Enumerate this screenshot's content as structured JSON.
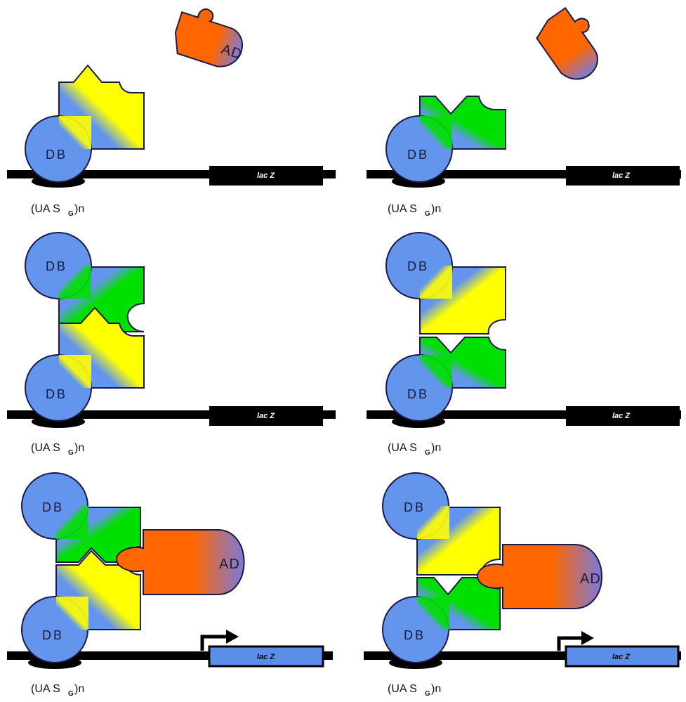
{
  "labels": {
    "db": "DB",
    "ad": "AD",
    "reporter": "lac Z",
    "promoter_open": "(UA S",
    "promoter_sub": "G",
    "promoter_close": ")n"
  },
  "colors": {
    "db_domain": "#6495ED",
    "dimer_yellow": "#FFFF00",
    "dimer_green": "#00E000",
    "ad_orange": "#FF6600",
    "ad_tip": "#7A7ADB",
    "dna": "#000000",
    "reporter_off": "#000000",
    "reporter_on": "#5B8EE8",
    "outline": "#1a1a4a"
  }
}
